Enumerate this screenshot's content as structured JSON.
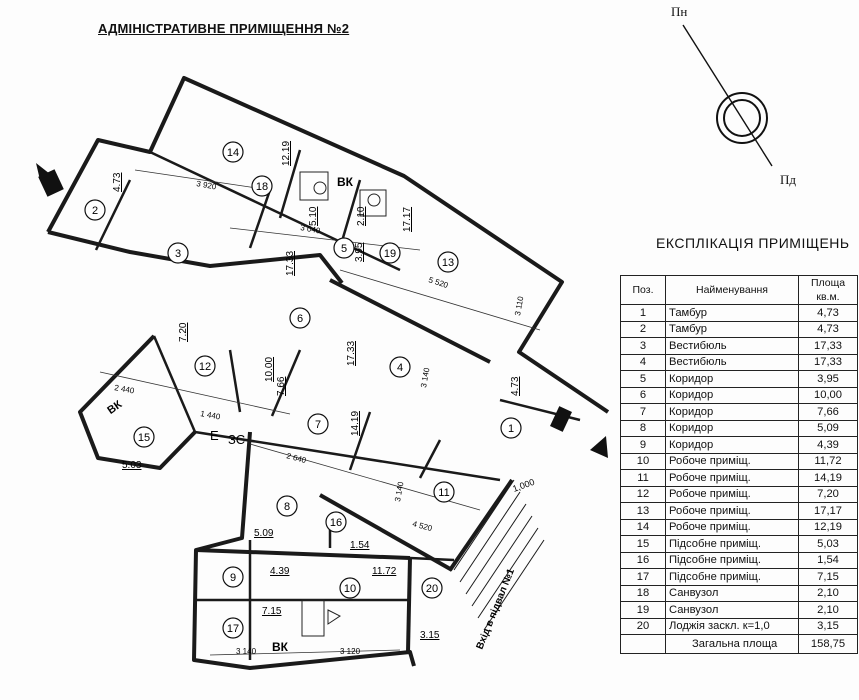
{
  "title": "АДМІНІСТРАТИВНЕ ПРИМІЩЕННЯ №2",
  "compass": {
    "north": "Пн",
    "south": "Пд"
  },
  "explication": {
    "title": "ЕКСПЛІКАЦІЯ ПРИМІЩЕНЬ",
    "headers": {
      "pos": "Поз.",
      "name": "Найменування",
      "area": "Площа кв.м."
    },
    "rows": [
      {
        "pos": "1",
        "name": "Тамбур",
        "area": "4,73"
      },
      {
        "pos": "2",
        "name": "Тамбур",
        "area": "4,73"
      },
      {
        "pos": "3",
        "name": "Вестибюль",
        "area": "17,33"
      },
      {
        "pos": "4",
        "name": "Вестибюль",
        "area": "17,33"
      },
      {
        "pos": "5",
        "name": "Коридор",
        "area": "3,95"
      },
      {
        "pos": "6",
        "name": "Коридор",
        "area": "10,00"
      },
      {
        "pos": "7",
        "name": "Коридор",
        "area": "7,66"
      },
      {
        "pos": "8",
        "name": "Коридор",
        "area": "5,09"
      },
      {
        "pos": "9",
        "name": "Коридор",
        "area": "4,39"
      },
      {
        "pos": "10",
        "name": "Робоче приміщ.",
        "area": "11,72"
      },
      {
        "pos": "11",
        "name": "Робоче приміщ.",
        "area": "14,19"
      },
      {
        "pos": "12",
        "name": "Робоче приміщ.",
        "area": "7,20"
      },
      {
        "pos": "13",
        "name": "Робоче приміщ.",
        "area": "17,17"
      },
      {
        "pos": "14",
        "name": "Робоче приміщ.",
        "area": "12,19"
      },
      {
        "pos": "15",
        "name": "Підсобне приміщ.",
        "area": "5,03"
      },
      {
        "pos": "16",
        "name": "Підсобне приміщ.",
        "area": "1,54"
      },
      {
        "pos": "17",
        "name": "Підсобне приміщ.",
        "area": "7,15"
      },
      {
        "pos": "18",
        "name": "Санвузол",
        "area": "2,10"
      },
      {
        "pos": "19",
        "name": "Санвузол",
        "area": "2,10"
      },
      {
        "pos": "20",
        "name": "Лоджія заскл. к=1,0",
        "area": "3,15"
      }
    ],
    "total_label": "Загальна площа",
    "total_value": "158,75"
  },
  "plan": {
    "room_numbers": [
      "1",
      "2",
      "3",
      "4",
      "5",
      "6",
      "7",
      "8",
      "9",
      "10",
      "11",
      "12",
      "13",
      "14",
      "15",
      "16",
      "17",
      "18",
      "19",
      "20"
    ],
    "area_labels": [
      "4.73",
      "12.19",
      "5.10",
      "2.10",
      "17.17",
      "3.95",
      "17.33",
      "17.33",
      "10.00",
      "7.66",
      "14.19",
      "7.20",
      "5.03",
      "5.09",
      "1.54",
      "4.39",
      "11.72",
      "7.15",
      "3.15",
      "4.73"
    ],
    "dimension_labels": [
      "3 920",
      "3 040",
      "5 520",
      "3 110",
      "3 140",
      "3 140",
      "2 440",
      "1 440",
      "2 640",
      "4 520",
      "3 140",
      "3 120"
    ],
    "marks": {
      "ventilation": "ВК",
      "entrance_code": "Е",
      "panel_code": "ЗС",
      "stair_note": "Вхід в підвал №1",
      "stair_width": "1,000"
    }
  }
}
